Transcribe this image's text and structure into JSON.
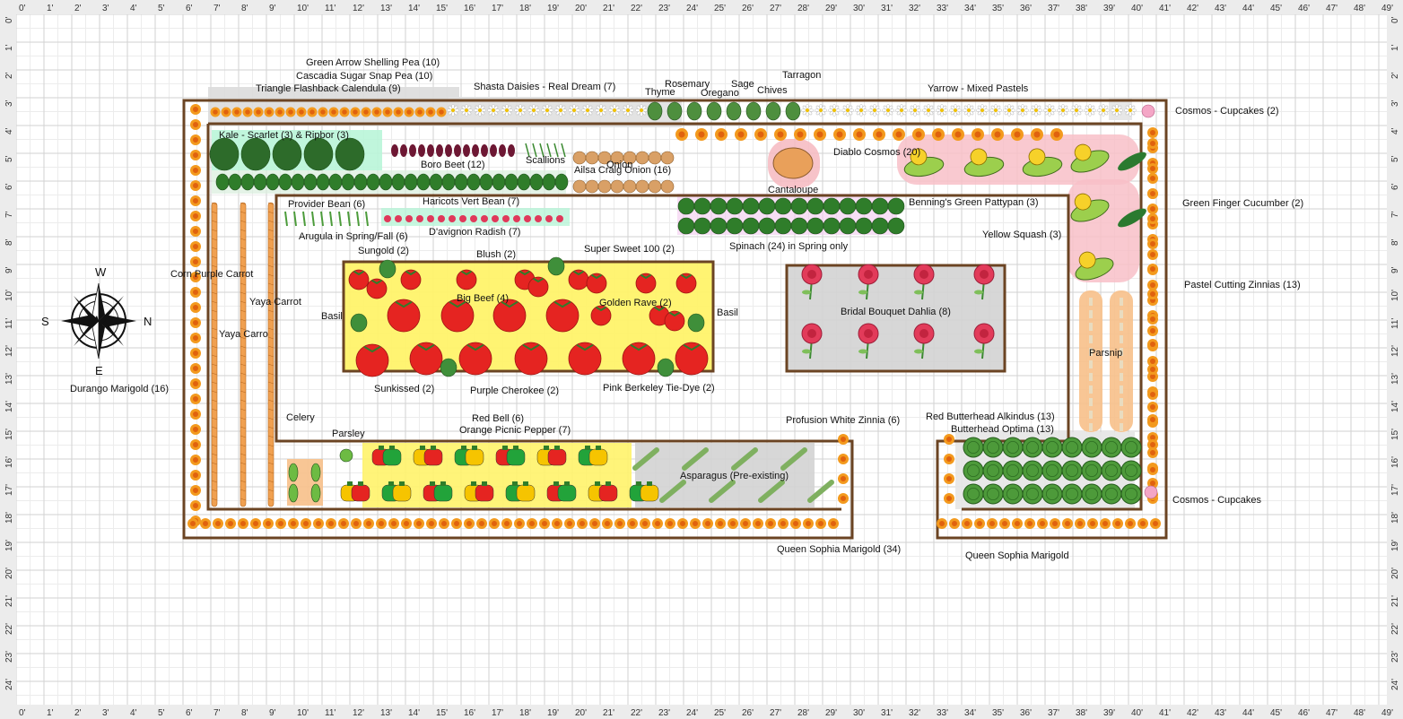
{
  "ruler": {
    "top_labels": [
      "0'",
      "1'",
      "2'",
      "3'",
      "4'",
      "5'",
      "6'",
      "7'",
      "8'",
      "9'",
      "10'",
      "11'",
      "12'",
      "13'",
      "14'",
      "15'",
      "16'",
      "17'",
      "18'",
      "19'",
      "20'",
      "21'",
      "22'",
      "23'",
      "24'",
      "25'",
      "26'",
      "27'",
      "28'",
      "29'",
      "30'",
      "31'",
      "32'",
      "33'",
      "34'",
      "35'",
      "36'",
      "37'",
      "38'",
      "39'",
      "40'",
      "41'",
      "42'",
      "43'",
      "44'",
      "45'",
      "46'",
      "47'",
      "48'",
      "49'"
    ],
    "side_labels": [
      "0'",
      "1'",
      "2'",
      "3'",
      "4'",
      "5'",
      "6'",
      "7'",
      "8'",
      "9'",
      "10'",
      "11'",
      "12'",
      "13'",
      "14'",
      "15'",
      "16'",
      "17'",
      "18'",
      "19'",
      "20'",
      "21'",
      "22'",
      "23'",
      "24'"
    ]
  },
  "compass": {
    "w": "W",
    "n": "N",
    "s": "S",
    "e": "E"
  },
  "labels": {
    "green_arrow_pea": "Green Arrow Shelling Pea (10)",
    "cascadia_pea": "Cascadia Sugar Snap Pea (10)",
    "calendula": "Triangle Flashback Calendula (9)",
    "shasta": "Shasta Daisies - Real Dream (7)",
    "thyme": "Thyme",
    "rosemary": "Rosemary",
    "oregano": "Oregano",
    "sage": "Sage",
    "chives": "Chives",
    "tarragon": "Tarragon",
    "yarrow": "Yarrow - Mixed Pastels",
    "cosmos_top": "Cosmos - Cupcakes (2)",
    "kale": "Kale - Scarlet (3) & Ripbor (3)",
    "boro_beet": "Boro Beet (12)",
    "scallions": "Scallions",
    "onion": "Onion",
    "ailsa_onion": "Ailsa Craig Onion (16)",
    "diablo_cosmos": "Diablo Cosmos (20)",
    "cantaloupe": "Cantaloupe",
    "provider_bean": "Provider Bean (6)",
    "haricots": "Haricots Vert Bean (7)",
    "arugula": "Arugula in Spring/Fall (6)",
    "radish": "D'avignon Radish (7)",
    "pattypan": "Benning's Green Pattypan (3)",
    "cucumber": "Green Finger Cucumber (2)",
    "spinach": "Spinach (24) in Spring only",
    "yellow_squash": "Yellow Squash (3)",
    "sungold": "Sungold (2)",
    "blush": "Blush (2)",
    "super_sweet": "Super Sweet 100 (2)",
    "corn_purple_carrot": "Corn Purple Carrot",
    "yaya_carrot": "Yaya Carrot",
    "yaya_carro": "Yaya Carro",
    "big_beef": "Big Beef (4)",
    "golden_rave": "Golden Rave (2)",
    "basil_left": "Basil",
    "basil_right": "Basil",
    "dahlia": "Bridal Bouquet Dahlia (8)",
    "zinnias": "Pastel Cutting Zinnias (13)",
    "parsnip": "Parsnip",
    "durango": "Durango Marigold (16)",
    "sunkissed": "Sunkissed (2)",
    "purple_cherokee": "Purple Cherokee (2)",
    "pink_berkeley": "Pink Berkeley Tie-Dye (2)",
    "celery": "Celery",
    "red_bell": "Red Bell (6)",
    "profusion": "Profusion White Zinnia (6)",
    "red_butterhead": "Red Butterhead Alkindus (13)",
    "butterhead_optima": "Butterhead Optima (13)",
    "parsley": "Parsley",
    "orange_pepper": "Orange Picnic Pepper (7)",
    "asparagus": "Asparagus (Pre-existing)",
    "cosmos_bottom": "Cosmos - Cupcakes",
    "queen_sophia_34": "Queen Sophia Marigold (34)",
    "queen_sophia": "Queen Sophia Marigold"
  },
  "colors": {
    "bed_border": "#6b4423",
    "grid_minor": "#e8e8e8",
    "grid_major": "#cfcfcf",
    "ruler_bg": "#e9e9e9",
    "tomato_highlight": "#fff36a",
    "marigold": "#f39a1e",
    "leaf": "#2f7d2a",
    "pink_zone": "#f8c0c8",
    "carrot": "#f0a050",
    "gray_zone": "#d3d3d3"
  }
}
